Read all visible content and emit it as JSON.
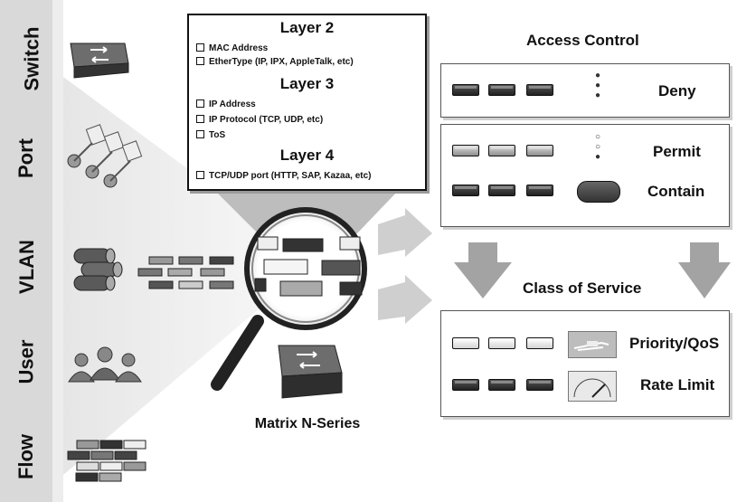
{
  "left_column": {
    "labels": [
      "Switch",
      "Port",
      "VLAN",
      "User",
      "Flow"
    ]
  },
  "layers_box": {
    "layer2": {
      "title": "Layer 2",
      "items": [
        "MAC Address",
        "EtherType (IP, IPX, AppleTalk, etc)"
      ]
    },
    "layer3": {
      "title": "Layer 3",
      "items": [
        "IP Address",
        "IP Protocol (TCP, UDP, etc)",
        "ToS"
      ]
    },
    "layer4": {
      "title": "Layer 4",
      "items": [
        "TCP/UDP port (HTTP, SAP, Kazaa, etc)"
      ]
    }
  },
  "device_label": "Matrix N-Series",
  "access_control": {
    "heading": "Access Control",
    "deny": "Deny",
    "permit": "Permit",
    "contain": "Contain"
  },
  "class_of_service": {
    "heading": "Class of Service",
    "priority": "Priority/QoS",
    "rate_limit": "Rate Limit"
  },
  "icons": [
    "switch-icon",
    "port-connector-icon",
    "vlan-cylinder-icon",
    "users-icon",
    "traffic-light-icon",
    "pipe-icon",
    "gauge-icon",
    "magnifier-icon",
    "arrow-down-icon"
  ],
  "colors": {
    "dark_packet": "#2f2f2f",
    "mid_packet": "#a8a8a8",
    "light_packet": "#f2f2f2",
    "column": "#d9d9d9"
  }
}
